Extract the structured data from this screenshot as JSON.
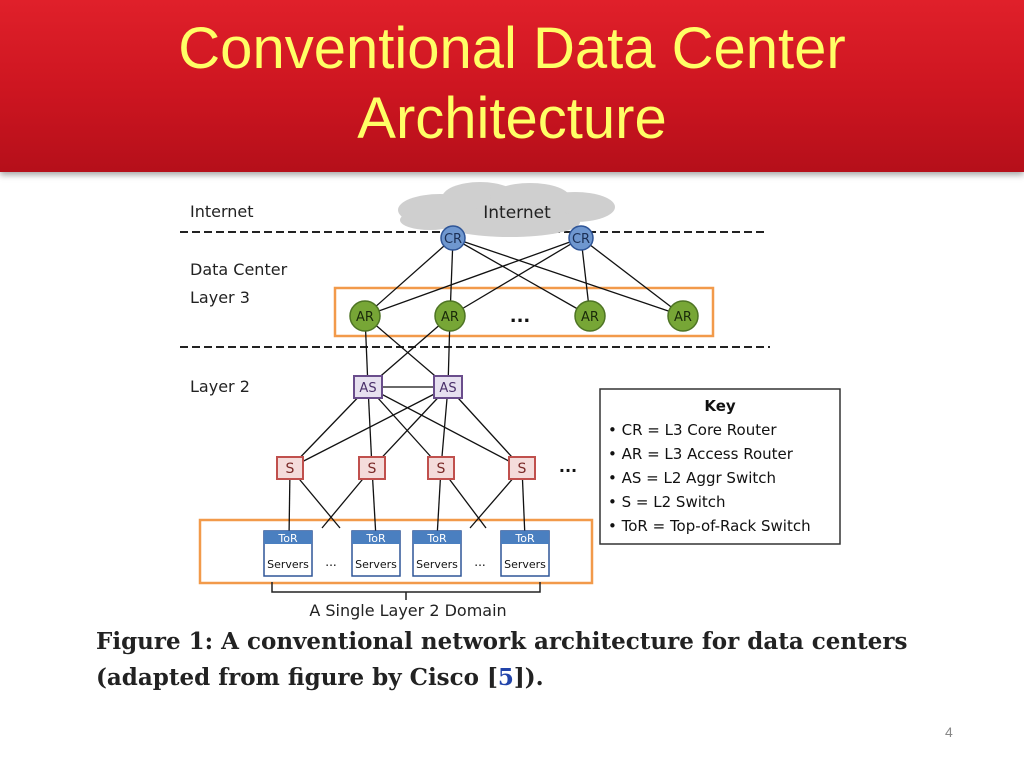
{
  "slide": {
    "title_line1": "Conventional Data Center",
    "title_line2": "Architecture",
    "page_number": "4"
  },
  "diagram": {
    "layer_labels": {
      "internet": "Internet",
      "dc_line1": "Data Center",
      "dc_line2": "Layer 3",
      "layer2": "Layer 2"
    },
    "cloud_label": "Internet",
    "cr_label": "CR",
    "ar_label": "AR",
    "as_label": "AS",
    "s_label": "S",
    "tor_label": "ToR",
    "servers_label": "Servers",
    "ellipsis": "...",
    "tor_ellipsis": "...",
    "domain_label": "A Single Layer 2 Domain",
    "key": {
      "title": "Key",
      "items": [
        "CR = L3 Core Router",
        "AR = L3 Access Router",
        "AS = L2 Aggr Switch",
        "S = L2 Switch",
        "ToR = Top-of-Rack Switch"
      ]
    },
    "colors": {
      "cr_fill": "#6f97cf",
      "ar_fill": "#77a636",
      "as_stroke": "#6a4d8c",
      "s_stroke": "#c0504d",
      "tor_fill": "#4a7fc0",
      "highlight_box": "#f29a4a"
    }
  },
  "caption": {
    "text_line1": "Figure 1:  A conventional network architecture for data centers",
    "text_line2_a": "(adapted from figure by Cisco [",
    "ref": "5",
    "text_line2_b": "])."
  }
}
